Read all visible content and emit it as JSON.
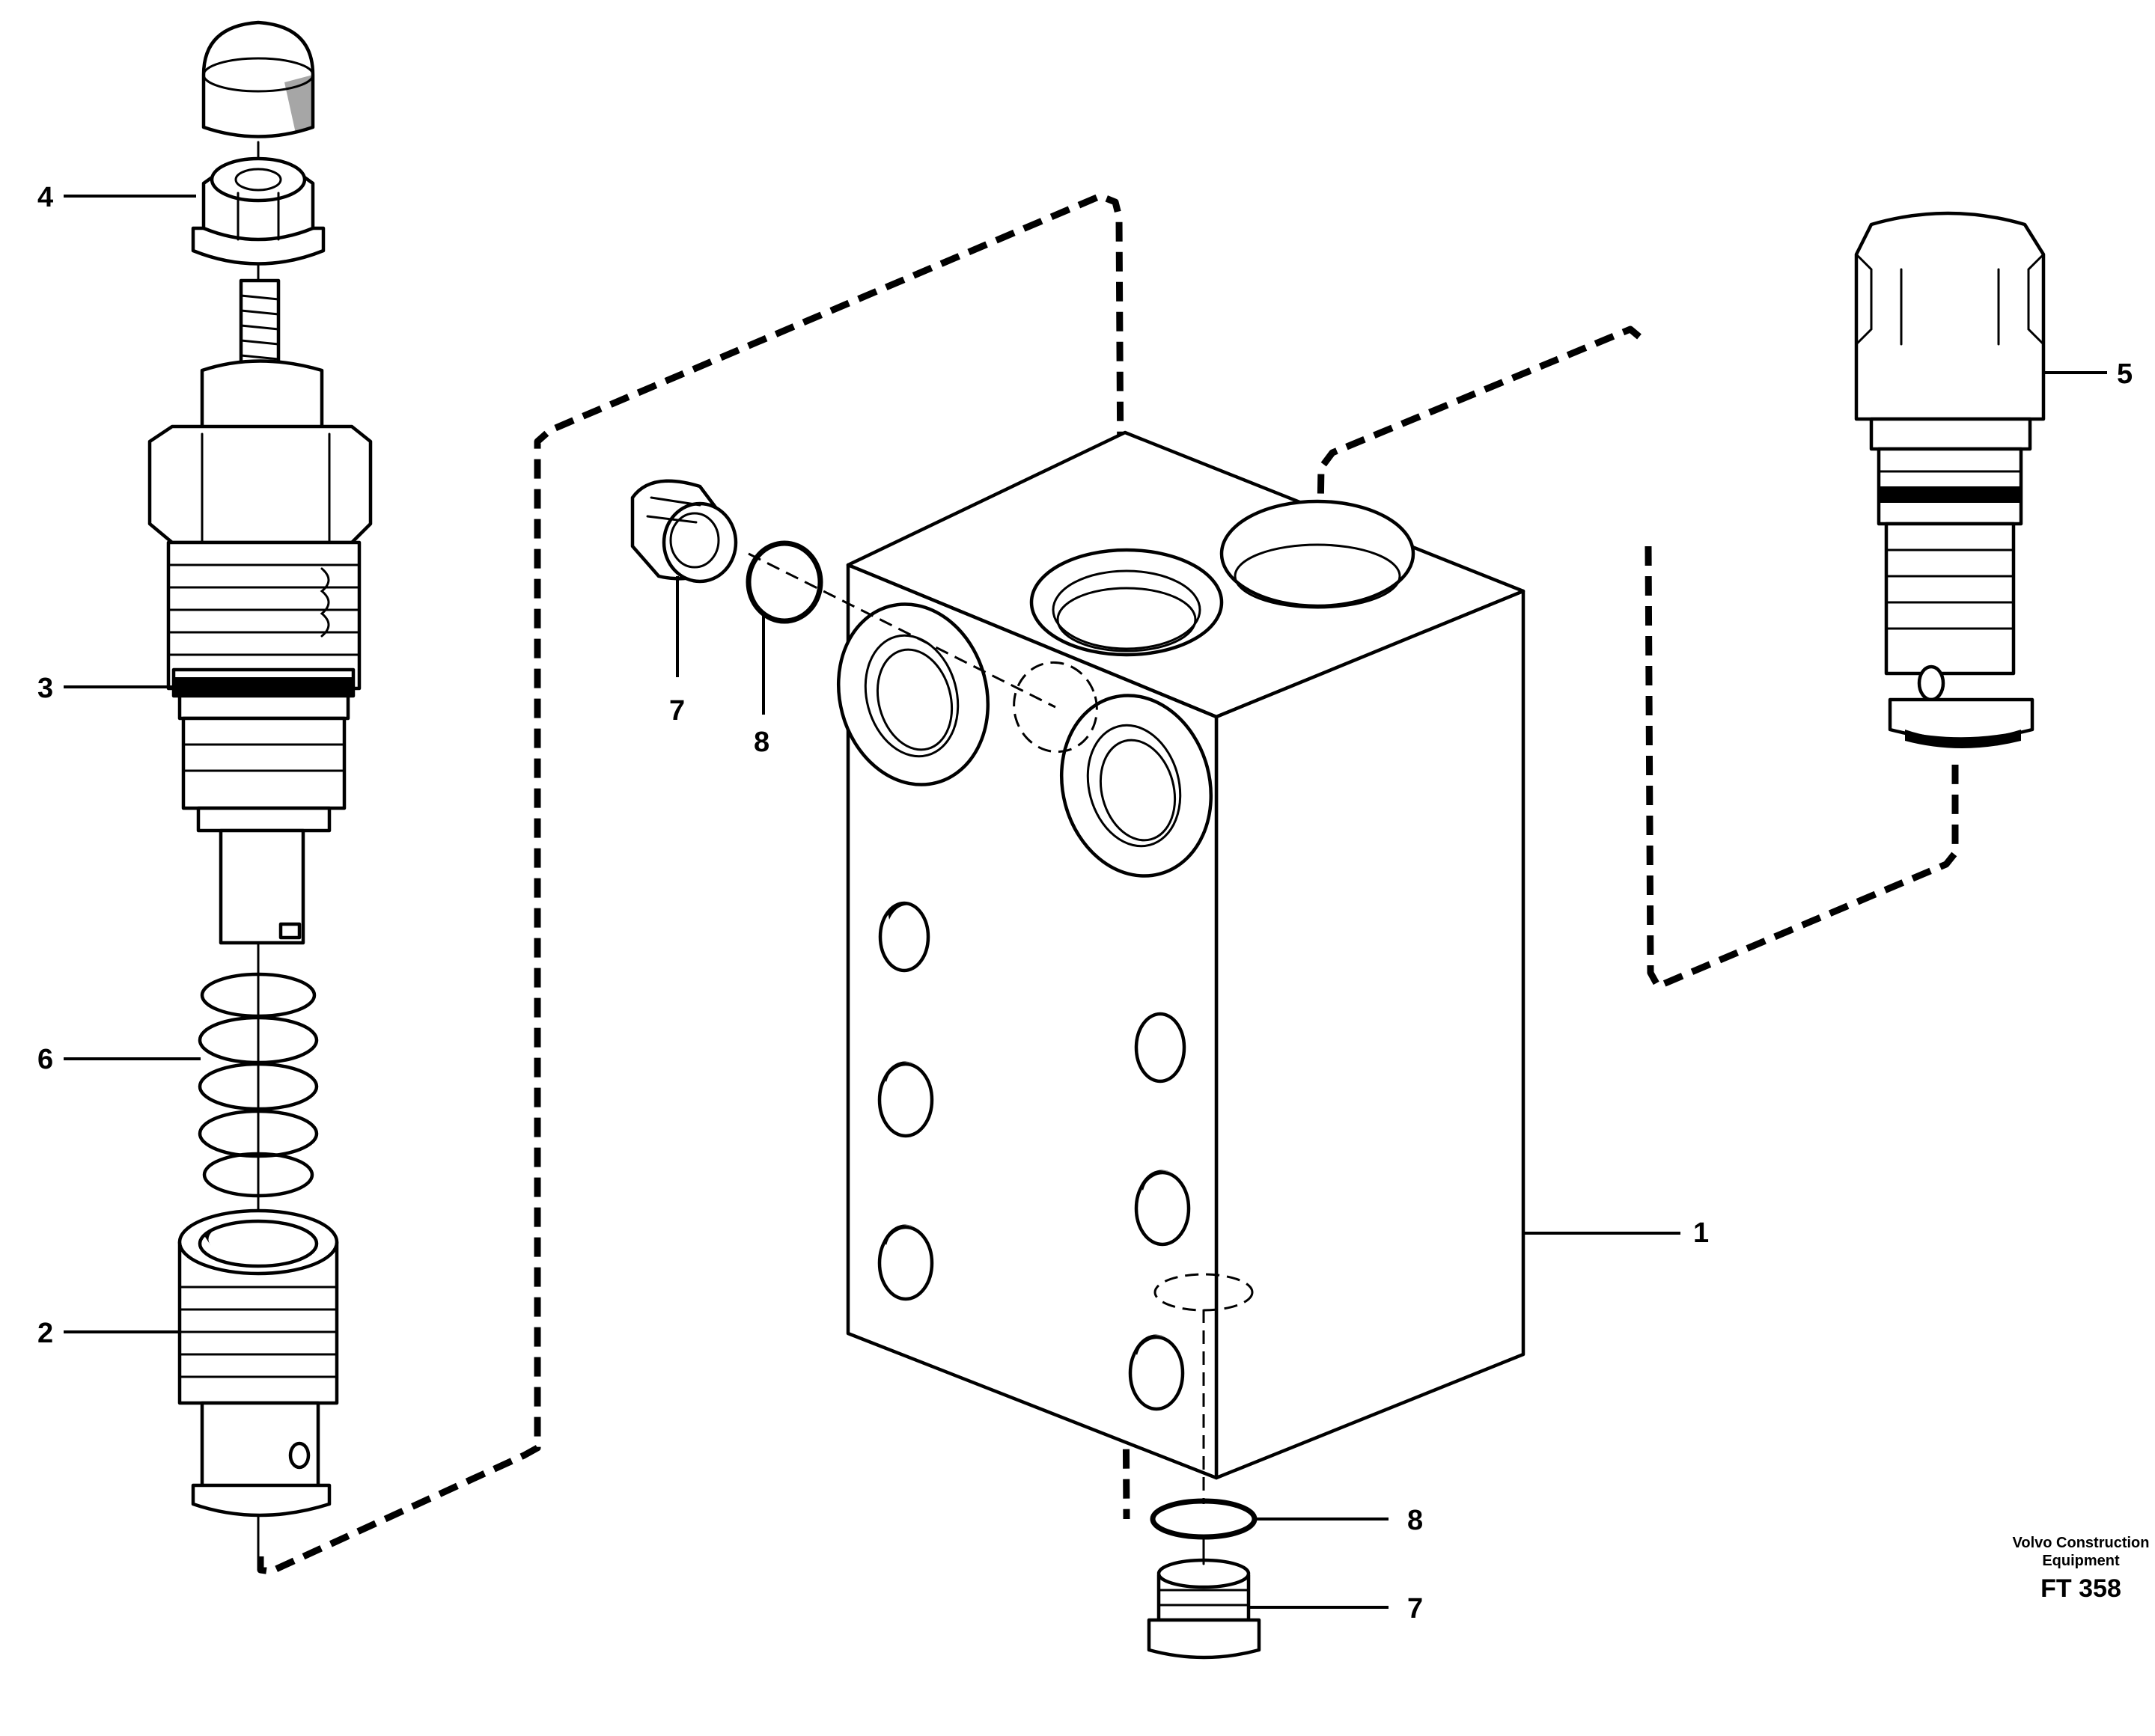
{
  "callouts": {
    "c1": "1",
    "c2": "2",
    "c3": "3",
    "c4": "4",
    "c5": "5",
    "c6": "6",
    "c7_top": "7",
    "c8_top": "8",
    "c8_bottom": "8",
    "c7_bottom": "7"
  },
  "footer": {
    "company_line1": "Volvo Construction",
    "company_line2": "Equipment",
    "figure_code": "FT 358"
  }
}
